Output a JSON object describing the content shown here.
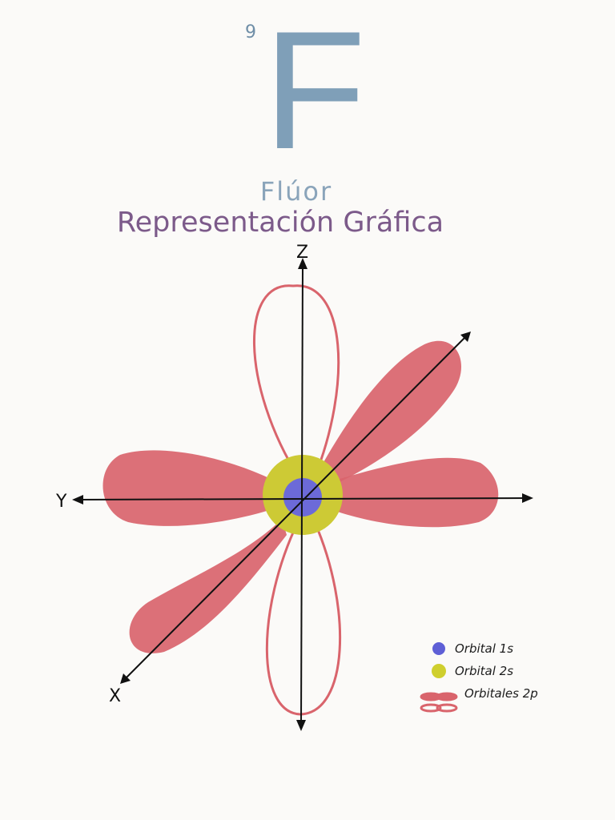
{
  "element": {
    "atomic_number": "9",
    "symbol": "F",
    "name": "Flúor"
  },
  "title": "Representación Gráfica",
  "axes": {
    "z_label": "Z",
    "y_label": "Y",
    "x_label": "X"
  },
  "legend": [
    {
      "label": "Orbital 1s"
    },
    {
      "label": "Orbital 2s"
    },
    {
      "label": "Orbitales 2p"
    }
  ],
  "colors": {
    "orbital_1s": "#6c6ad8",
    "orbital_2s": "#cdca35",
    "orbital_2p": "#d9646c",
    "symbol": "#7f9fb8",
    "title": "#7c5a8a"
  }
}
